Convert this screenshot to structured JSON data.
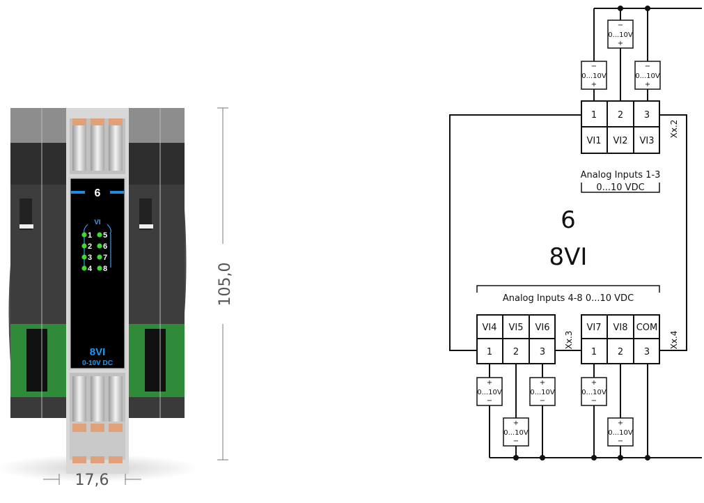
{
  "dimensions": {
    "height_label": "105,0",
    "width_label": "17,6"
  },
  "module": {
    "slot_number": "6",
    "led_group_label": "VI",
    "leds": [
      "1",
      "2",
      "3",
      "4",
      "5",
      "6",
      "7",
      "8"
    ],
    "name": "8VI",
    "range": "0-10V DC",
    "colors": {
      "face": "#000000",
      "accent": "#1a8fe0",
      "led": "#3ddc2a",
      "pcb": "#2f8a3a"
    }
  },
  "schematic": {
    "module_number": "6",
    "module_name": "8VI",
    "connector_top": {
      "id": "Xx.2",
      "pins": [
        "1",
        "2",
        "3"
      ],
      "signals": [
        "VI1",
        "VI2",
        "VI3"
      ],
      "label_line1": "Analog Inputs 1-3",
      "label_line2": "0...10 VDC"
    },
    "bottom_label": "Analog Inputs 4-8 0...10 VDC",
    "connector_bl": {
      "id": "Xx.3",
      "pins": [
        "1",
        "2",
        "3"
      ],
      "signals": [
        "VI4",
        "VI5",
        "VI6"
      ]
    },
    "connector_br": {
      "id": "Xx.4",
      "pins": [
        "1",
        "2",
        "3"
      ],
      "signals": [
        "VI7",
        "VI8",
        "COM"
      ]
    },
    "source": {
      "label": "0...10V",
      "plus": "+",
      "minus": "−"
    }
  }
}
